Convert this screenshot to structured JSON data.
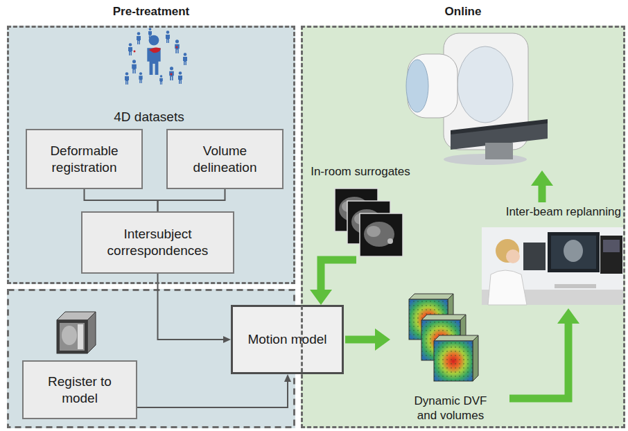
{
  "diagram": {
    "nodes": [
      {
        "text": [
          "Pre-treatment"
        ]
      },
      {
        "text": [
          "Deformable registration"
        ],
        "in": 0
      },
      {
        "text": [
          "Volume delineation"
        ],
        "in": 0
      },
      {
        "text": [
          "Intersubject correspondences"
        ],
        "in": 0
      },
      {
        "text": [
          "Register to model"
        ]
      },
      {
        "text": [
          "Motion model"
        ]
      },
      {
        "text": [
          "Online"
        ]
      },
      {
        "text": [
          "In-room surrogates"
        ],
        "in": 6
      },
      {
        "text": [
          "Dynamic DVF and volumes"
        ],
        "in": 6
      },
      {
        "text": [
          "Inter-beam replanning"
        ],
        "in": 6
      }
    ],
    "edges": [
      {
        "from": 1,
        "to": 3,
        "arrow": "none"
      },
      {
        "from": 2,
        "to": 3,
        "arrow": "none"
      },
      {
        "from": 3,
        "to": 5,
        "arrow": "to"
      },
      {
        "from": 4,
        "to": 5,
        "arrow": "to"
      },
      {
        "from": 7,
        "to": 5,
        "arrow": "to"
      },
      {
        "from": 5,
        "to": 8,
        "arrow": "to"
      },
      {
        "from": 8,
        "to": 9,
        "arrow": "to"
      }
    ],
    "labels": [
      "4D datasets"
    ]
  }
}
